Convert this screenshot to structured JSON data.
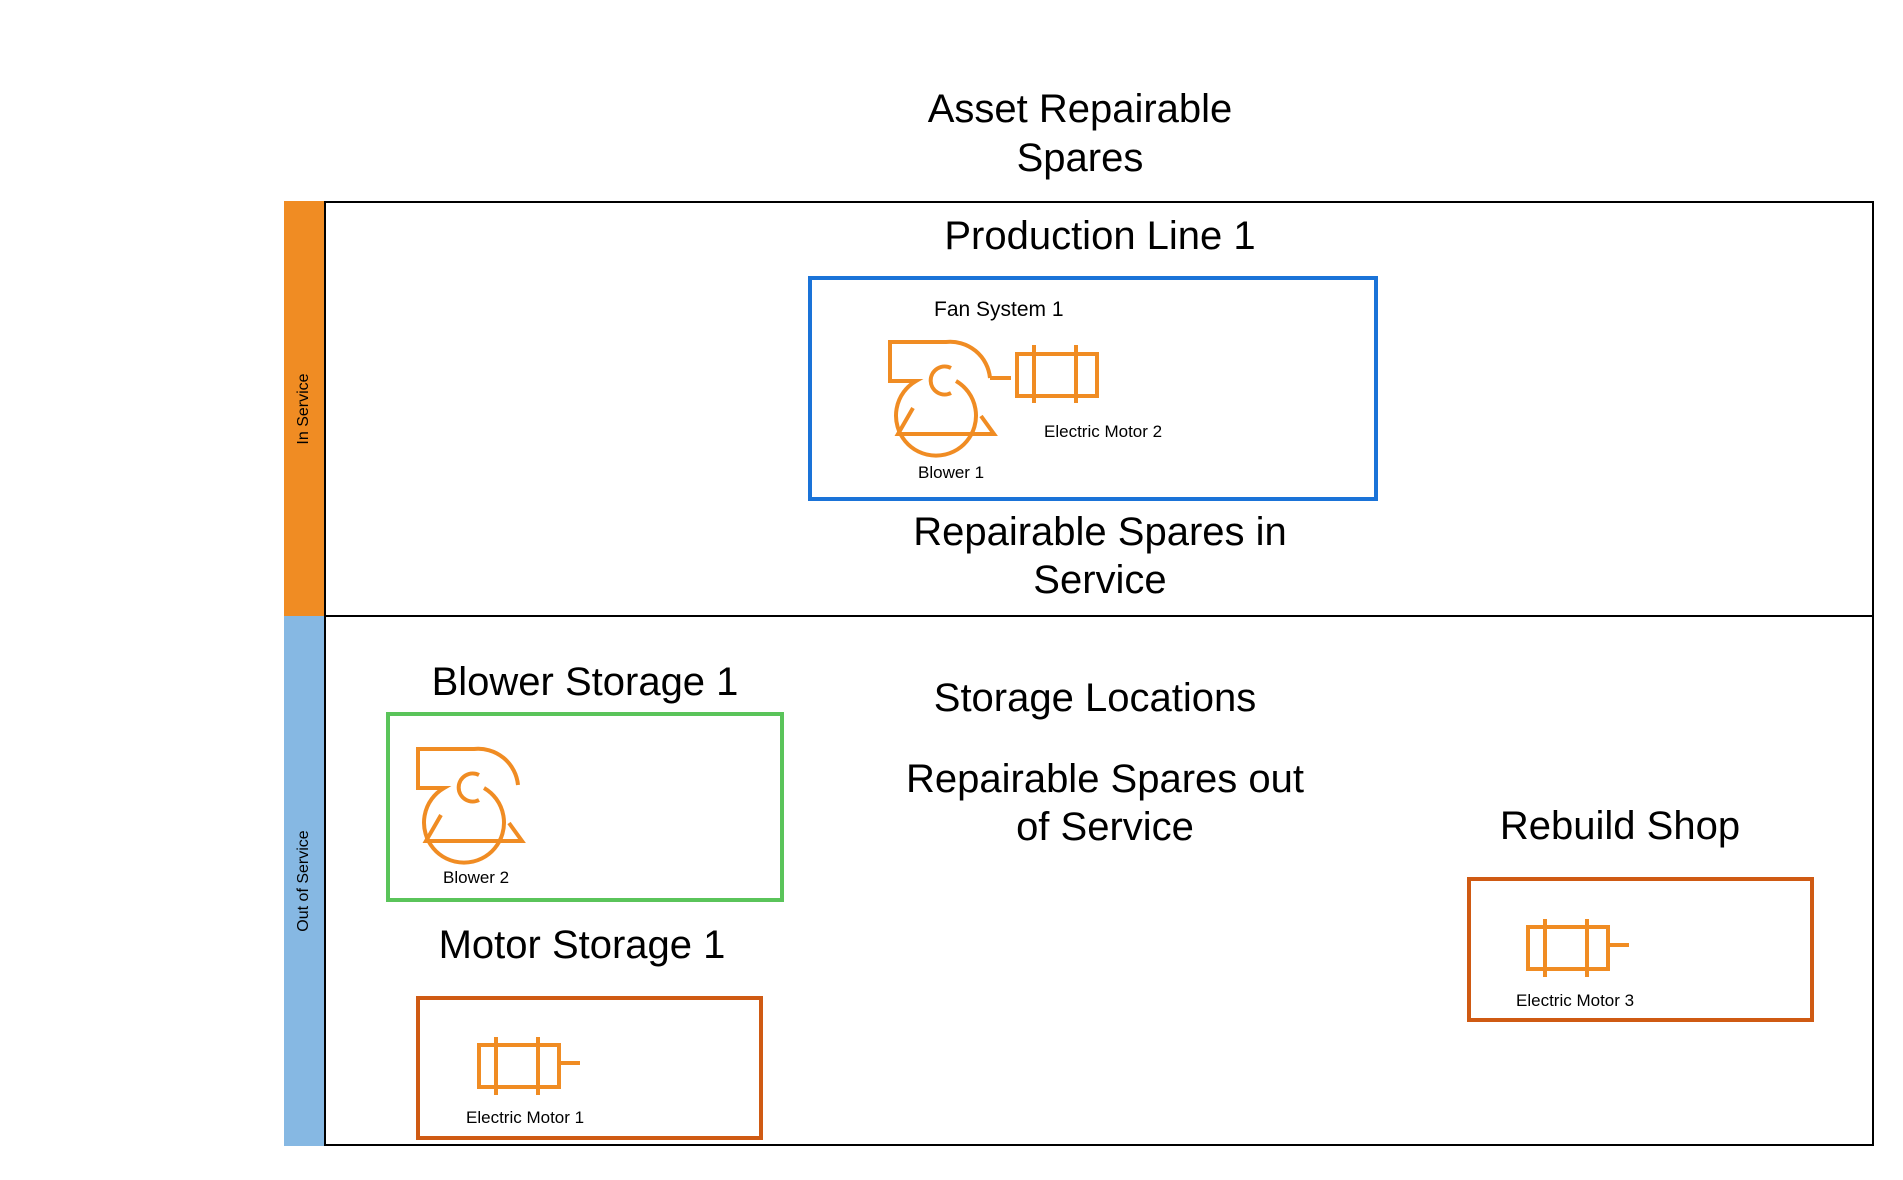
{
  "title": [
    "Asset Repairable",
    "Spares"
  ],
  "lanes": {
    "in_service": {
      "label": "In Service",
      "color": "#f08c23"
    },
    "out_of_service": {
      "label": "Out of Service",
      "color": "#86b8e3"
    }
  },
  "in_service": {
    "location_title": "Production Line 1",
    "system": {
      "label": "Fan System 1",
      "border_color": "#1a73d8",
      "assets": {
        "blower": "Blower 1",
        "motor": "Electric Motor 2"
      }
    },
    "caption": [
      "Repairable Spares in",
      "Service"
    ]
  },
  "out_of_service": {
    "storage_title": "Storage Locations",
    "caption": [
      "Repairable Spares out",
      "of Service"
    ],
    "blower_storage": {
      "title": "Blower Storage 1",
      "border_color": "#5ac45a",
      "asset": "Blower 2"
    },
    "motor_storage": {
      "title": "Motor Storage 1",
      "border_color": "#cf5a13",
      "asset": "Electric Motor 1"
    },
    "rebuild_shop": {
      "title": "Rebuild Shop",
      "border_color": "#cf5a13",
      "asset": "Electric Motor 3"
    }
  },
  "icon_color": "#f08c23",
  "icons": [
    "blower-icon",
    "electric-motor-icon"
  ]
}
